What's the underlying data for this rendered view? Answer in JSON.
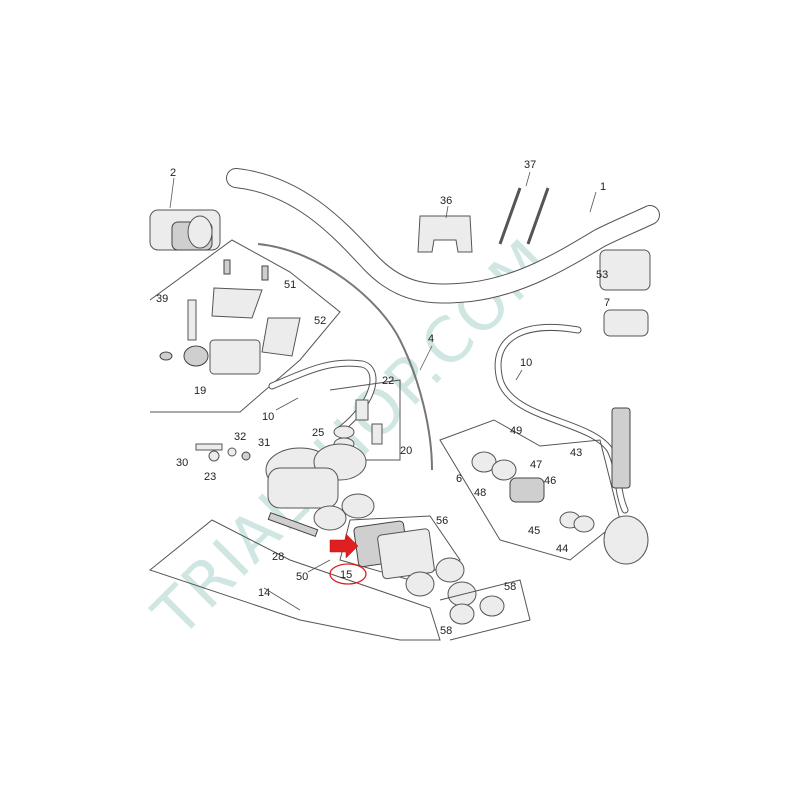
{
  "watermark": "TRIALSHOP.COM",
  "highlight_color": "#e02020",
  "watermark_color": "#cfe6e2",
  "callouts": {
    "c1": "1",
    "c2": "2",
    "c4": "4",
    "c6": "6",
    "c7": "7",
    "c10a": "10",
    "c10b": "10",
    "c14": "14",
    "c15": "15",
    "c19": "19",
    "c20": "20",
    "c22": "22",
    "c23": "23",
    "c25": "25",
    "c28": "28",
    "c30": "30",
    "c31": "31",
    "c32": "32",
    "c36": "36",
    "c37": "37",
    "c39": "39",
    "c43": "43",
    "c44": "44",
    "c45": "45",
    "c46": "46",
    "c47": "47",
    "c48": "48",
    "c49": "49",
    "c50": "50",
    "c51": "51",
    "c52": "52",
    "c53": "53",
    "c56": "56",
    "c58a": "58",
    "c58b": "58"
  },
  "highlighted_part": "15"
}
